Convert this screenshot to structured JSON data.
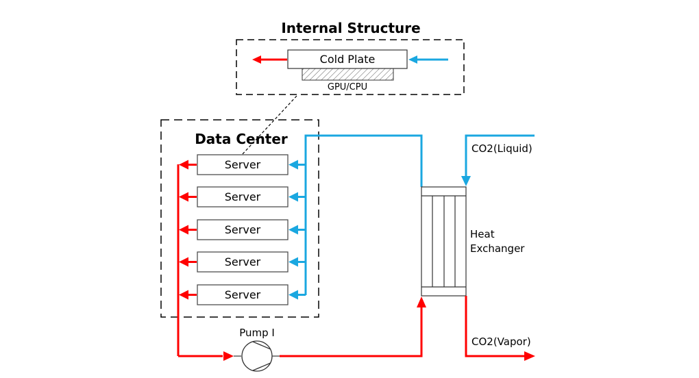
{
  "diagram": {
    "colors": {
      "hot": "#ff0000",
      "cold": "#1aa7e0",
      "outline": "#4d4d4d",
      "dashed": "#000000"
    },
    "internal_structure": {
      "title": "Internal Structure",
      "cold_plate_label": "Cold Plate",
      "chip_label": "GPU/CPU"
    },
    "data_center": {
      "title": "Data Center",
      "servers": [
        {
          "label": "Server"
        },
        {
          "label": "Server"
        },
        {
          "label": "Server"
        },
        {
          "label": "Server"
        },
        {
          "label": "Server"
        }
      ]
    },
    "pump": {
      "label": "Pump I"
    },
    "heat_exchanger": {
      "label_line1": "Heat",
      "label_line2": "Exchanger"
    },
    "co2_inlet": {
      "label": "CO2(Liquid)"
    },
    "co2_outlet": {
      "label": "CO2(Vapor)"
    }
  }
}
